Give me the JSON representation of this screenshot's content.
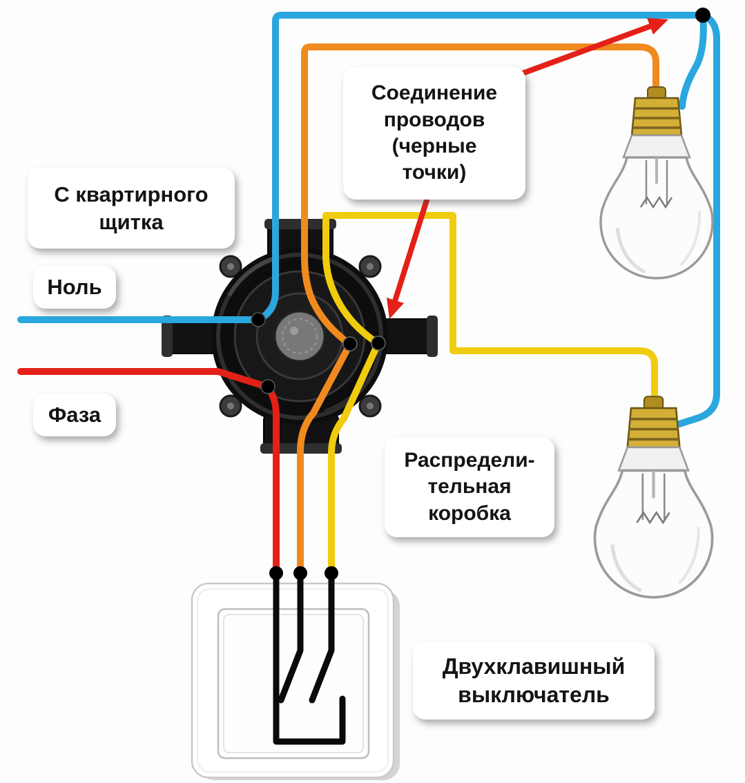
{
  "labels": {
    "panel": "С квартирного\nщитка",
    "neutral": "Ноль",
    "phase": "Фаза",
    "connection": "Соединение\nпроводов\n(черные\nточки)",
    "junction_box": "Распредели-\nтельная\nкоробка",
    "switch": "Двухклавишный\nвыключатель"
  },
  "colors": {
    "neutral_wire": "#2aa7de",
    "phase_wire": "#e32119",
    "switched_wire_1": "#f08a1f",
    "switched_wire_2": "#f0cc0e",
    "annotation_arrow": "#e32119",
    "connection_dot": "#000000",
    "bulb_base": "#d4af37"
  }
}
